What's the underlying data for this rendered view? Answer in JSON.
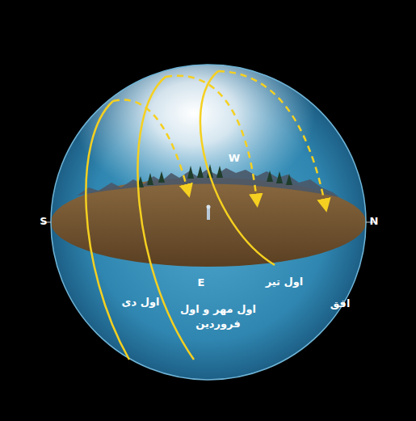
{
  "diagram": {
    "labels": [
      "S",
      "N",
      "W",
      "E",
      "اول دی",
      "اول مهر و اول فروردین",
      "اول تیر",
      "افق"
    ]
  }
}
